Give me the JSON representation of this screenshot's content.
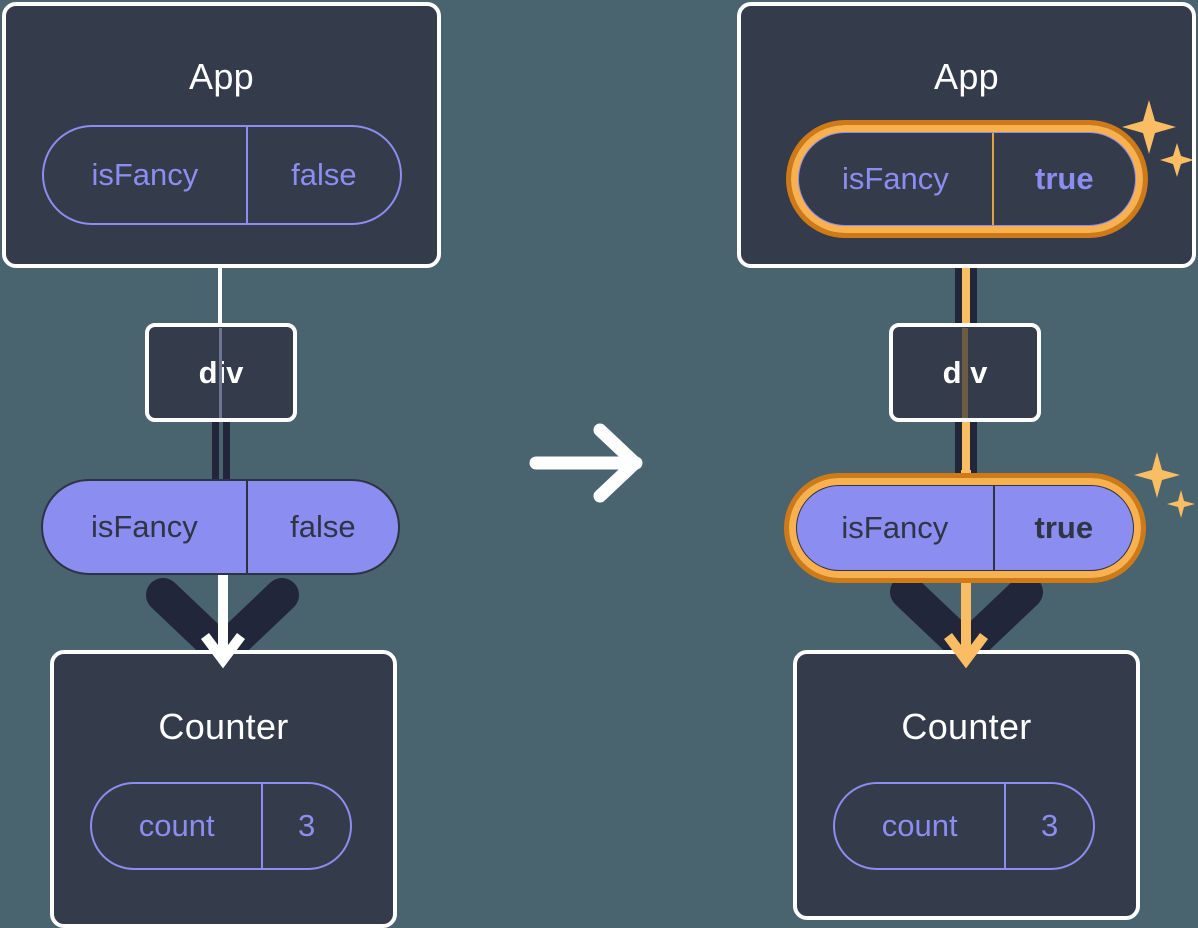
{
  "diagram": {
    "title": "React state propagation: isFancy false to true",
    "background_color": "#4a646f",
    "node_color": "#343b4a",
    "accent_purple": "#8b8df0",
    "accent_orange": "#f8b14e",
    "accent_orange_dark": "#cf7a18",
    "transition_arrow": "arrow-right-icon"
  },
  "before": {
    "app": {
      "label": "App",
      "state": {
        "key": "isFancy",
        "value": "false"
      }
    },
    "div": {
      "label": "div"
    },
    "prop": {
      "key": "isFancy",
      "value": "false"
    },
    "counter": {
      "label": "Counter",
      "state": {
        "key": "count",
        "value": "3"
      }
    }
  },
  "after": {
    "app": {
      "label": "App",
      "state": {
        "key": "isFancy",
        "value": "true"
      },
      "highlighted": true,
      "sparkle": "sparkles-icon"
    },
    "div": {
      "label": "div"
    },
    "prop": {
      "key": "isFancy",
      "value": "true",
      "highlighted": true,
      "sparkle": "sparkles-icon"
    },
    "counter": {
      "label": "Counter",
      "state": {
        "key": "count",
        "value": "3"
      }
    }
  }
}
